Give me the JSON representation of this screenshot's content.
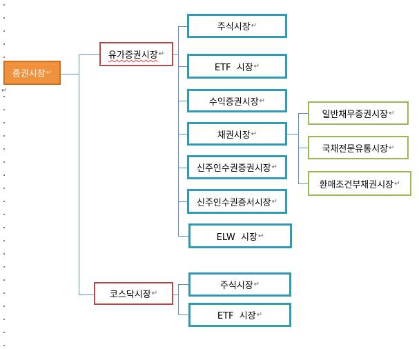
{
  "paragraph_mark": "↵",
  "root": {
    "label": "증권시장"
  },
  "branches": [
    {
      "label": "유가증권시장",
      "children": [
        "주식시장",
        "ETF  시장",
        "수익증권시장",
        "채권시장",
        "신주인수권증권시장",
        "신주인수권증서시장",
        "ELW  시장"
      ]
    },
    {
      "label": "코스닥시장",
      "children": [
        "주식시장",
        "ETF  시장"
      ]
    }
  ],
  "bond_market_children": [
    "일반채무증권시장",
    "국채전문유통시장",
    "환매조건부채권시장"
  ]
}
